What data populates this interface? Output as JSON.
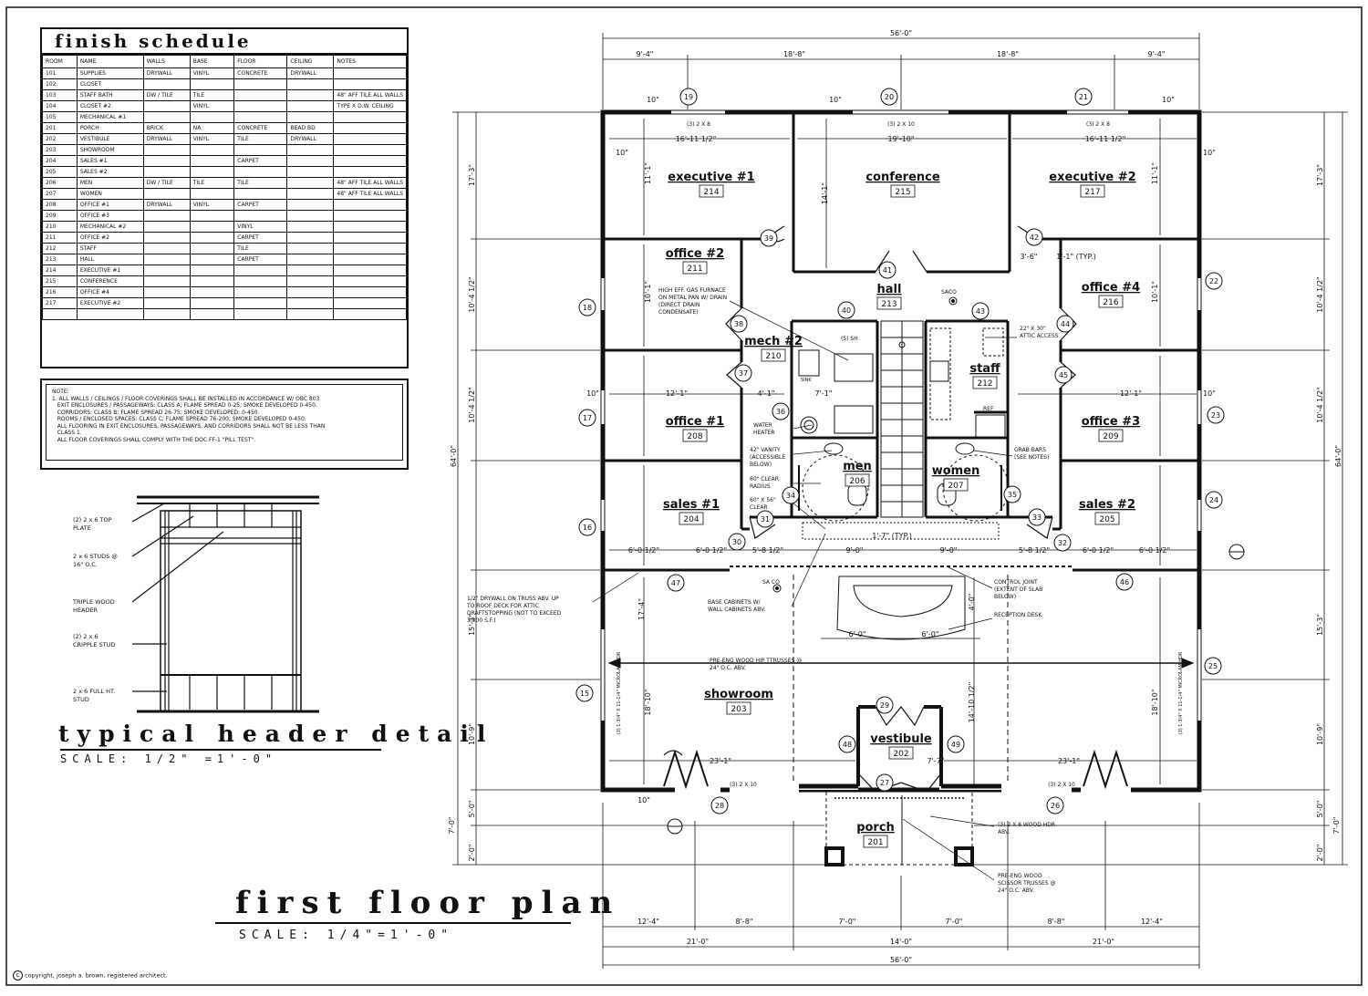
{
  "schedule": {
    "title": "finish schedule",
    "columns": [
      "ROOM",
      "NAME",
      "WALLS",
      "BASE",
      "FLOOR",
      "CEILING",
      "NOTES"
    ],
    "rows": [
      [
        "101",
        "SUPPLIES",
        "DRYWALL",
        "VINYL",
        "CONCRETE",
        "DRYWALL",
        ""
      ],
      [
        "102",
        "CLOSET",
        "",
        "",
        "",
        "",
        ""
      ],
      [
        "103",
        "STAFF BATH",
        "DW / TILE",
        "TILE",
        "",
        "",
        "48\" AFF TILE ALL WALLS"
      ],
      [
        "104",
        "CLOSET #2",
        "",
        "VINYL",
        "",
        "",
        "TYPE X D.W. CEILING"
      ],
      [
        "105",
        "MECHANICAL #1",
        "",
        "",
        "",
        "",
        ""
      ],
      [
        "201",
        "PORCH",
        "BRICK",
        "NA",
        "CONCRETE",
        "BEAD BD",
        ""
      ],
      [
        "202",
        "VESTIBULE",
        "DRYWALL",
        "VINYL",
        "TILE",
        "DRYWALL",
        ""
      ],
      [
        "203",
        "SHOWROOM",
        "",
        "",
        "",
        "",
        ""
      ],
      [
        "204",
        "SALES #1",
        "",
        "",
        "CARPET",
        "",
        ""
      ],
      [
        "205",
        "SALES #2",
        "",
        "",
        "",
        "",
        ""
      ],
      [
        "206",
        "MEN",
        "DW / TILE",
        "TILE",
        "TILE",
        "",
        "48\" AFF TILE ALL WALLS"
      ],
      [
        "207",
        "WOMEN",
        "",
        "",
        "",
        "",
        "48\" AFF TILE ALL WALLS"
      ],
      [
        "208",
        "OFFICE #1",
        "DRYWALL",
        "VINYL",
        "CARPET",
        "",
        ""
      ],
      [
        "209",
        "OFFICE #3",
        "",
        "",
        "",
        "",
        ""
      ],
      [
        "210",
        "MECHANICAL #2",
        "",
        "",
        "VINYL",
        "",
        ""
      ],
      [
        "211",
        "OFFICE #2",
        "",
        "",
        "CARPET",
        "",
        ""
      ],
      [
        "212",
        "STAFF",
        "",
        "",
        "TILE",
        "",
        ""
      ],
      [
        "213",
        "HALL",
        "",
        "",
        "CARPET",
        "",
        ""
      ],
      [
        "214",
        "EXECUTIVE #1",
        "",
        "",
        "",
        "",
        ""
      ],
      [
        "215",
        "CONFERENCE",
        "",
        "",
        "",
        "",
        ""
      ],
      [
        "216",
        "OFFICE #4",
        "",
        "",
        "",
        "",
        ""
      ],
      [
        "217",
        "EXECUTIVE #2",
        "",
        "",
        "",
        "",
        ""
      ],
      [
        "",
        "",
        "",
        "",
        "",
        "",
        ""
      ]
    ]
  },
  "notes": {
    "heading": "NOTE:",
    "lines": [
      "1. ALL WALLS / CEILINGS / FLOOR COVERINGS SHALL BE INSTALLED IN ACCORDANCE W/ OBC 803",
      "   EXIT ENCLOSURES / PASSAGEWAYS: CLASS A; FLAME SPREAD 0-25; SMOKE DEVELOPED 0-450.",
      "   CORRIDORS: CLASS B; FLAME SPREAD 26-75; SMOKE DEVELOPED: 0-450.",
      "   ROOMS / ENCLOSED SPACES: CLASS C; FLAME SPREAD 76-200; SMOKE DEVELOPED 0-450.",
      "   ALL FLOORING IN EXIT ENCLOSURES, PASSAGEWAYS, AND CORRIDORS SHALL NOT BE LESS THAN",
      "   CLASS 1.",
      "   ALL FLOOR COVERINGS SHALL COMPLY WITH THE DOC FF-1 \"PILL TEST\"."
    ]
  },
  "header_detail": {
    "title": "typical header detail",
    "scale": "SCALE: 1/2\" =1'-0\"",
    "labels": [
      "(2) 2 x 6 TOP PLATE",
      "2 x 6 STUDS @ 16\" O.C.",
      "TRIPLE WOOD HEADER",
      "(2) 2 x 6 CRIPPLE STUD",
      "2 x 6 FULL HT. STUD"
    ]
  },
  "plan": {
    "title": "first floor plan",
    "scale": "SCALE: 1/4\"=1'-0\"",
    "copyright": "copyright, joseph a. brown, registered architect.",
    "rooms": [
      {
        "name": "executive #1",
        "num": "214"
      },
      {
        "name": "conference",
        "num": "215"
      },
      {
        "name": "executive #2",
        "num": "217"
      },
      {
        "name": "office #2",
        "num": "211"
      },
      {
        "name": "hall",
        "num": "213"
      },
      {
        "name": "office #4",
        "num": "216"
      },
      {
        "name": "mech #2",
        "num": "210"
      },
      {
        "name": "staff",
        "num": "212"
      },
      {
        "name": "office #1",
        "num": "208"
      },
      {
        "name": "office #3",
        "num": "209"
      },
      {
        "name": "men",
        "num": "206"
      },
      {
        "name": "women",
        "num": "207"
      },
      {
        "name": "sales #1",
        "num": "204"
      },
      {
        "name": "sales #2",
        "num": "205"
      },
      {
        "name": "showroom",
        "num": "203"
      },
      {
        "name": "vestibule",
        "num": "202"
      },
      {
        "name": "porch",
        "num": "201"
      }
    ],
    "top_dims": [
      "56'-0\"",
      "9'-4\"",
      "18'-8\"",
      "18'-8\"",
      "9'-4\""
    ],
    "bottom_dims_1": [
      "12'-4\"",
      "8'-8\"",
      "7'-0\"",
      "7'-0\"",
      "8'-8\"",
      "12'-4\""
    ],
    "bottom_dims_2": [
      "21'-0\"",
      "14'-0\"",
      "21'-0\""
    ],
    "bottom_dims_3": [
      "56'-0\""
    ],
    "side_dims": [
      "17'-3\"",
      "10'-4 1/2\"",
      "10'-4 1/2\"",
      "15'-3\"",
      "10'-9\"",
      "5'-0\"",
      "2'-0\"",
      "7'-0\"",
      "64'-0\""
    ],
    "room_dims": [
      "16'-11 1/2\"",
      "19'-10\"",
      "16'-11 1/2\"",
      "12'-1\"",
      "4'-1\"",
      "7'-1\"",
      "12'-1\"",
      "6'-0 1/2\"",
      "6'-0 1/2\"",
      "5'-8 1/2\"",
      "9'-0\"",
      "9'-0\"",
      "5'-8 1/2\"",
      "6'-0 1/2\"",
      "6'-0 1/2\"",
      "6'-0\"",
      "6'-0\"",
      "23'-1\"",
      "7'-7\"",
      "23'-1\"",
      "3'-6\"",
      "1'-1\" (TYP.)",
      "1'-7\" (TYP.)",
      "11'-1\"",
      "14'-1\"",
      "11'-1\"",
      "10'-1\"",
      "10'-1\"",
      "18'-10\"",
      "14'-10 1/2\"",
      "18'-10\"",
      "17'-4\"",
      "4'-0\""
    ],
    "callouts": [
      "HIGH EFF. GAS FURNACE ON METAL PAN W/ DRAIN (DIRECT DRAIN CONDENSATE)",
      "22\" X 30\" ATTIC ACCESS",
      "WATER HEATER",
      "42\" VANITY (ACCESSIBLE BELOW)",
      "60\" CLEAR RADIUS",
      "60\" X 56\" CLEAR",
      "GRAB BARS (SEE NOTES)",
      "1/2\" DRYWALL ON TRUSS ABV. UP TO ROOF DECK FOR ATTIC DRAFTSTOPPING (NOT TO EXCEED 3,000 S.F.)",
      "BASE CABINETS W/ WALL CABINETS ABV.",
      "CONTROL JOINT (EXTENT OF SLAB BELOW)",
      "RECEPTION DESK",
      "PRE-ENG WOOD HIP TTRUSSES @ 24\" O.C. ABV.",
      "(3) 2 X 8 WOOD HDR ABV.",
      "PRE-ENG WOOD SCISSOR TRUSSES @ 24\" O.C. ABV.",
      "SACO",
      "SA CO",
      "REF",
      "SINK",
      "(3) 2 X 8",
      "(3) 2 X 10",
      "(3) 2 X 8",
      "(3) 2 X 10",
      "(3) 2 X 10",
      "(5) SH",
      "(3) 1-3/4\" X 11-1/4\" MICROLAM HDR"
    ],
    "tags": [
      "15",
      "16",
      "17",
      "18",
      "19",
      "20",
      "21",
      "22",
      "23",
      "24",
      "25",
      "26",
      "27",
      "28",
      "29",
      "30",
      "31",
      "32",
      "33",
      "34",
      "35",
      "36",
      "37",
      "38",
      "39",
      "40",
      "41",
      "42",
      "43",
      "44",
      "45",
      "46",
      "47",
      "48",
      "49"
    ],
    "wall_marks": [
      "10\"",
      "10\"",
      "10\"",
      "10\"",
      "10\"",
      "10\"",
      "10\"",
      "10\""
    ]
  },
  "colors": {
    "ink": "#111111",
    "paper": "#ffffff",
    "grid": "#888888"
  }
}
